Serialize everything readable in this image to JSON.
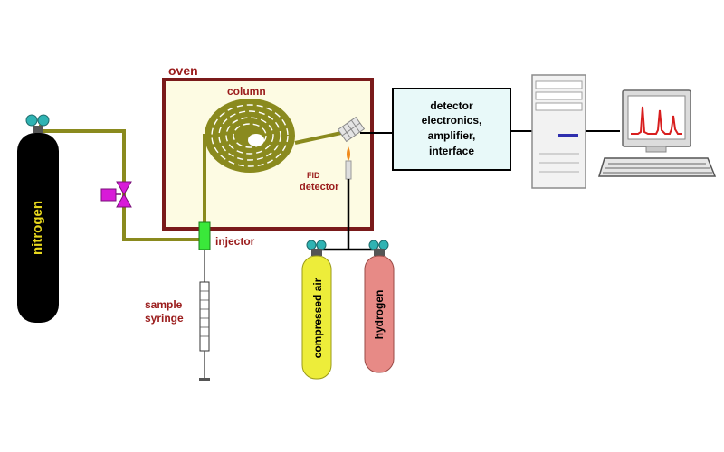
{
  "labels": {
    "oven": "oven",
    "column": "column",
    "nitrogen": "nitrogen",
    "injector": "injector",
    "sample_line1": "sample",
    "sample_line2": "syringe",
    "fid": "FID",
    "detector": "detector",
    "electronics_line1": "detector",
    "electronics_line2": "electronics,",
    "electronics_line3": "amplifier,",
    "electronics_line4": "interface",
    "compressed_air": "compressed air",
    "hydrogen": "hydrogen"
  },
  "colors": {
    "oven_border": "#7a1a1a",
    "oven_fill": "#fdfbe3",
    "tubing": "#8a8a1e",
    "label_red": "#9a1b1b",
    "nitrogen_tank": "#000000",
    "nitrogen_text": "#e8d81e",
    "air_tank": "#eded3a",
    "hydrogen_tank": "#e78a86",
    "valve": "#d81bd8",
    "injector": "#3ae83a",
    "electronics_fill": "#e8f9f9",
    "cap": "#2fb3b3",
    "screen_bg": "#ffffff",
    "trace": "#d81e1e"
  },
  "icons": [
    "gas-cylinder-icon",
    "valve-icon",
    "syringe-icon",
    "coil-column-icon",
    "flame-detector-icon",
    "computer-tower-icon",
    "monitor-icon",
    "keyboard-icon"
  ]
}
